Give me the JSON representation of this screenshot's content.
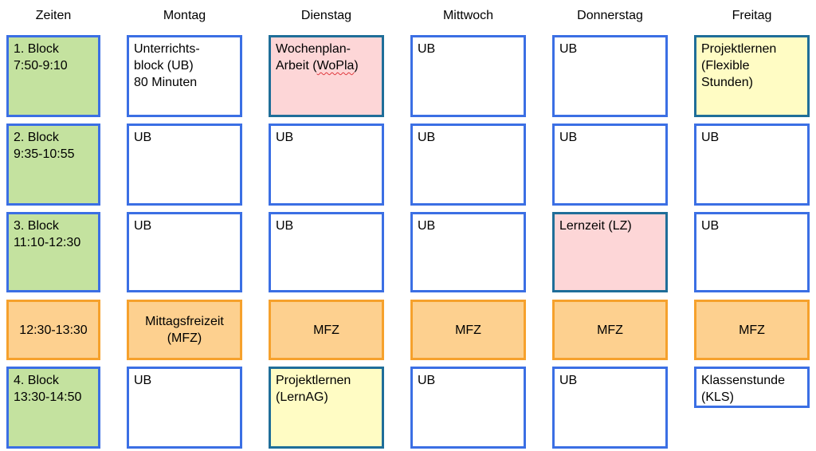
{
  "headers": {
    "zeiten": "Zeiten",
    "montag": "Montag",
    "dienstag": "Dienstag",
    "mittwoch": "Mittwoch",
    "donnerstag": "Donnerstag",
    "freitag": "Freitag"
  },
  "times": {
    "block1": "1. Block\n7:50-9:10",
    "block2": "2. Block\n9:35-10:55",
    "block3": "3. Block\n11:10-12:30",
    "lunch": "12:30-13:30",
    "block4": "4. Block\n13:30-14:50"
  },
  "row1": {
    "mon": "Unterrichts-\nblock (UB)\n80 Minuten",
    "tue_line1": "Wochenplan-",
    "tue_line2_prefix": "Arbeit (",
    "tue_line2_word": "WoPla",
    "tue_line2_suffix": ")",
    "wed": "UB",
    "thu": "UB",
    "fri": "Projektlernen\n(Flexible\nStunden)"
  },
  "row2": {
    "mon": "UB",
    "tue": "UB",
    "wed": "UB",
    "thu": "UB",
    "fri": "UB"
  },
  "row3": {
    "mon": "UB",
    "tue": "UB",
    "wed": "UB",
    "thu": "Lernzeit (LZ)",
    "fri": "UB"
  },
  "lunch_row": {
    "mon": "Mittagsfreizeit\n(MFZ)",
    "tue": "MFZ",
    "wed": "MFZ",
    "thu": "MFZ",
    "fri": "MFZ"
  },
  "row4": {
    "mon": "UB",
    "tue": "Projektlernen\n(LernAG)",
    "wed": "UB",
    "thu": "UB",
    "fri": "Klassenstunde\n(KLS)"
  },
  "colors": {
    "cell_border": "#3b6fe4",
    "teal_border": "#1f6e99",
    "time_fill": "#c4e29f",
    "pink_fill": "#fdd6d7",
    "yellow_fill": "#fffcc4",
    "lunch_fill": "#fdd08f",
    "lunch_border": "#f6a12c"
  }
}
